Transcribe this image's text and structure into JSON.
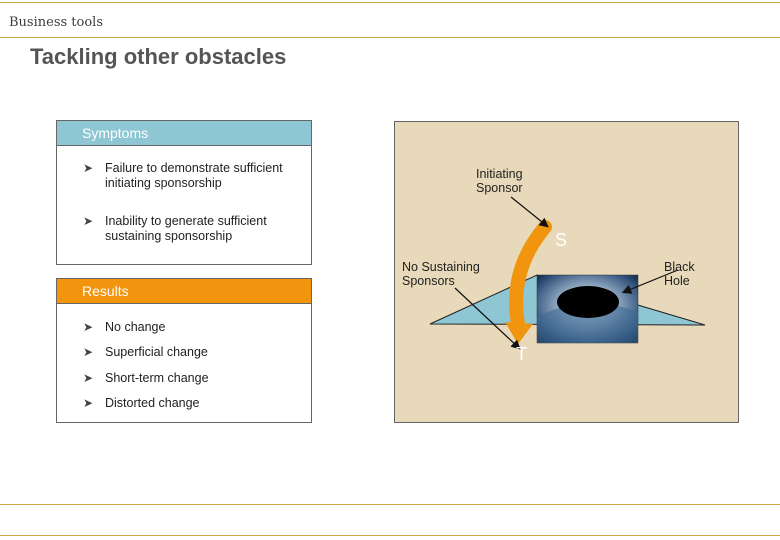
{
  "header": {
    "tag": "Business tools"
  },
  "title": "Tackling other obstacles",
  "symptoms": {
    "heading": "Symptoms",
    "heading_color": "#8ec6d3",
    "items": [
      "Failure to demonstrate sufficient initiating sponsorship",
      "Inability to generate sufficient sustaining sponsorship"
    ]
  },
  "results": {
    "heading": "Results",
    "heading_color": "#f0950d",
    "items": [
      "No change",
      "Superficial change",
      "Short-term change",
      "Distorted change"
    ]
  },
  "diagram": {
    "initiating_sponsor": "Initiating Sponsor",
    "no_sustaining_sponsors": "No Sustaining Sponsors",
    "black_hole": "Black Hole",
    "start_letter": "S",
    "target_letter": "T",
    "background_color": "#e7d9b9",
    "funnel_color": "#8ec6d3",
    "arrow_color": "#f0950d"
  },
  "icons": {
    "bullet": "arrow-bullet-icon"
  }
}
